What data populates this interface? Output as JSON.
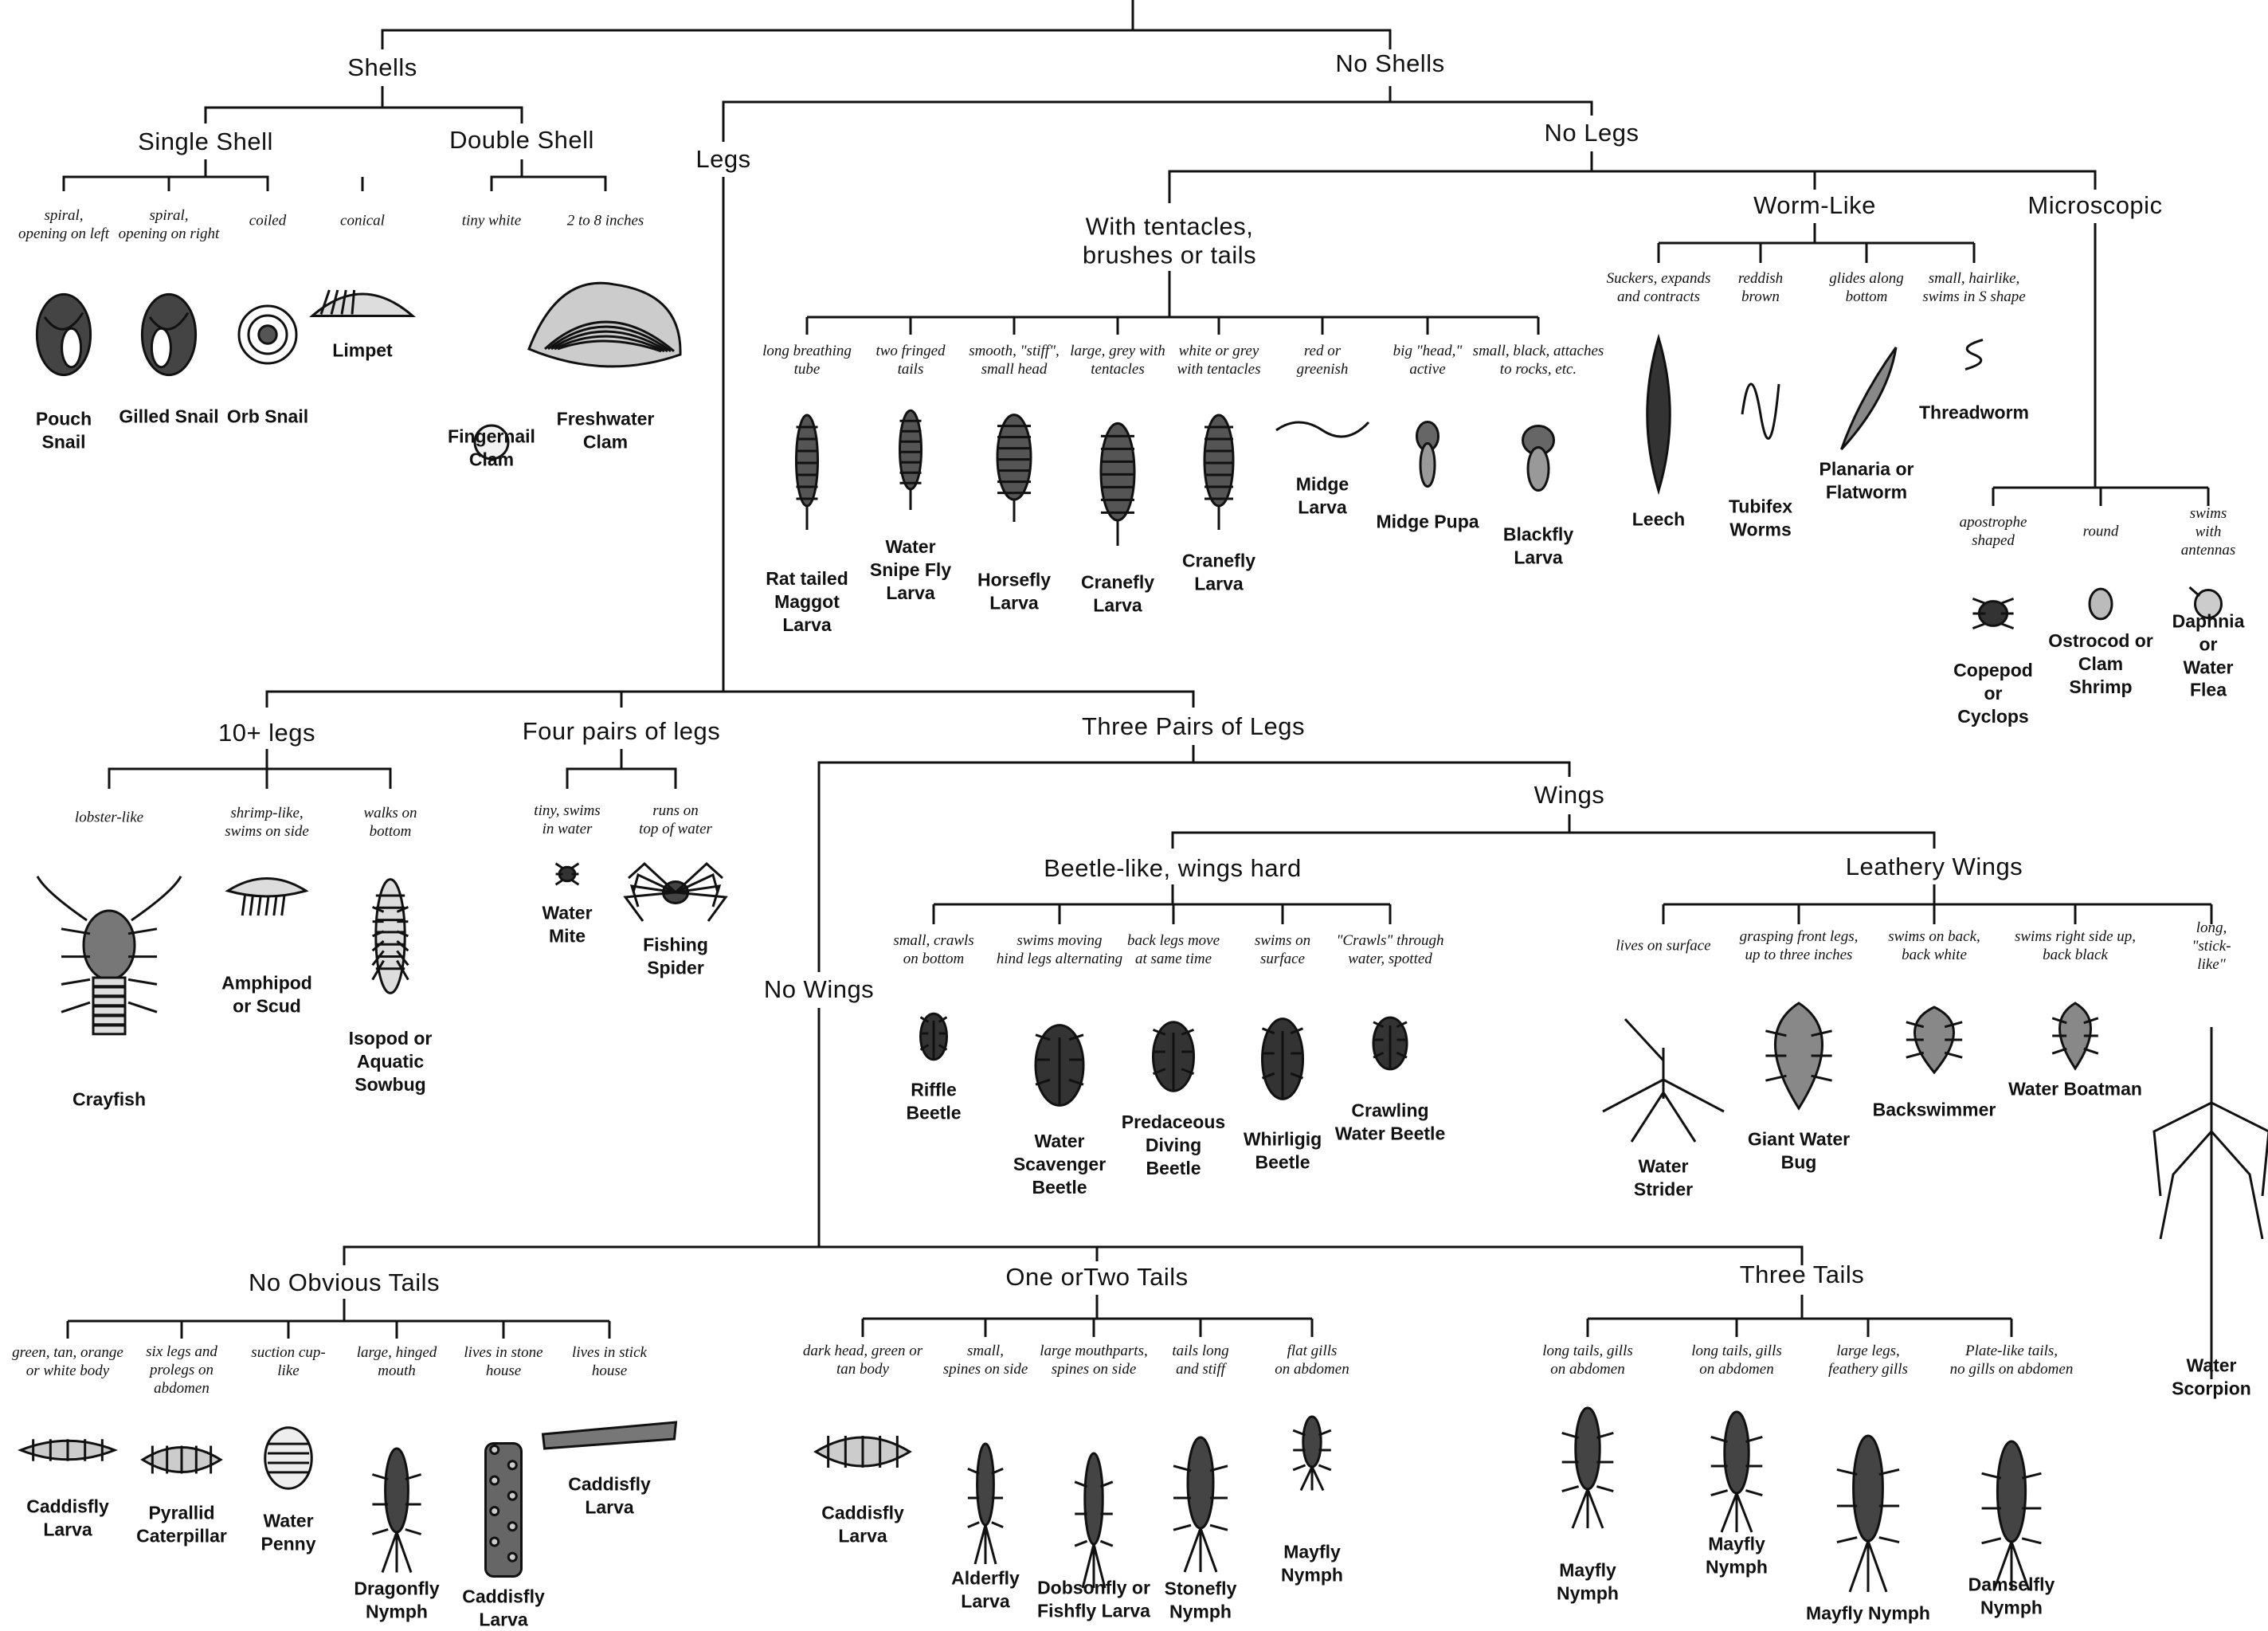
{
  "groups": {
    "shells": "Shells",
    "no_shells": "No Shells",
    "single_shell": "Single Shell",
    "double_shell": "Double Shell",
    "legs": "Legs",
    "no_legs": "No Legs",
    "with_tentacles": "With tentacles,\nbrushes or tails",
    "worm_like": "Worm-Like",
    "microscopic": "Microscopic",
    "ten_plus_legs": "10+ legs",
    "four_pairs": "Four pairs of legs",
    "three_pairs": "Three Pairs of Legs",
    "wings": "Wings",
    "no_wings": "No Wings",
    "beetle_like": "Beetle-like, wings hard",
    "leathery_wings": "Leathery Wings",
    "no_obvious_tails": "No Obvious Tails",
    "one_or_two_tails": "One orTwo Tails",
    "three_tails": "Three Tails"
  },
  "organisms": [
    {
      "desc": "spiral,\nopening on left",
      "name": "Pouch\nSnail",
      "icon": "snail-left-icon"
    },
    {
      "desc": "spiral,\nopening on right",
      "name": "Gilled Snail",
      "icon": "snail-right-icon"
    },
    {
      "desc": "coiled",
      "name": "Orb Snail",
      "icon": "coiled-snail-icon"
    },
    {
      "desc": "conical",
      "name": "Limpet",
      "icon": "limpet-icon"
    },
    {
      "desc": "tiny white",
      "name": "Fingernail\nClam",
      "icon": "small-clam-icon"
    },
    {
      "desc": "2 to 8 inches",
      "name": "Freshwater\nClam",
      "icon": "clam-icon"
    },
    {
      "desc": "long breathing\ntube",
      "name": "Rat tailed\nMaggot\nLarva",
      "icon": "larva-icon"
    },
    {
      "desc": "two fringed\ntails",
      "name": "Water\nSnipe Fly\nLarva",
      "icon": "larva-icon"
    },
    {
      "desc": "smooth, \"stiff\",\nsmall head",
      "name": "Horsefly\nLarva",
      "icon": "larva-icon"
    },
    {
      "desc": "large, grey with\ntentacles",
      "name": "Cranefly\nLarva",
      "icon": "larva-icon"
    },
    {
      "desc": "white or grey\nwith tentacles",
      "name": "Cranefly\nLarva",
      "icon": "larva-icon"
    },
    {
      "desc": "red or\ngreenish",
      "name": "Midge\nLarva",
      "icon": "worm-icon"
    },
    {
      "desc": "big \"head,\"\nactive",
      "name": "Midge Pupa",
      "icon": "pupa-icon"
    },
    {
      "desc": "small, black, attaches\nto rocks, etc.",
      "name": "Blackfly\nLarva",
      "icon": "pupa-icon"
    },
    {
      "desc": "Suckers, expands\nand contracts",
      "name": "Leech",
      "icon": "leech-icon"
    },
    {
      "desc": "reddish\nbrown",
      "name": "Tubifex\nWorms",
      "icon": "worm-icon"
    },
    {
      "desc": "glides along\nbottom",
      "name": "Planaria or\nFlatworm",
      "icon": "flatworm-icon"
    },
    {
      "desc": "small, hairlike,\nswims in S shape",
      "name": "Threadworm",
      "icon": "threadworm-icon"
    },
    {
      "desc": "apostrophe\nshaped",
      "name": "Copepod\nor\nCyclops",
      "icon": "copepod-icon"
    },
    {
      "desc": "round",
      "name": "Ostrocod or\nClam\nShrimp",
      "icon": "ostracod-icon"
    },
    {
      "desc": "swims with\nantennas",
      "name": "Daphnia or\nWater Flea",
      "icon": "daphnia-icon"
    },
    {
      "desc": "lobster-like",
      "name": "Crayfish",
      "icon": "crayfish-icon"
    },
    {
      "desc": "shrimp-like,\nswims on side",
      "name": "Amphipod\nor Scud",
      "icon": "shrimp-icon"
    },
    {
      "desc": "walks on\nbottom",
      "name": "Isopod or\nAquatic\nSowbug",
      "icon": "isopod-icon"
    },
    {
      "desc": "tiny, swims\nin water",
      "name": "Water\nMite",
      "icon": "mite-icon"
    },
    {
      "desc": "runs on\ntop of water",
      "name": "Fishing\nSpider",
      "icon": "spider-icon"
    },
    {
      "desc": "small, crawls\non bottom",
      "name": "Riffle\nBeetle",
      "icon": "beetle-icon"
    },
    {
      "desc": "swims moving\nhind legs alternating",
      "name": "Water\nScavenger\nBeetle",
      "icon": "beetle-icon"
    },
    {
      "desc": "back legs move\nat same time",
      "name": "Predaceous\nDiving\nBeetle",
      "icon": "beetle-icon"
    },
    {
      "desc": "swims on\nsurface",
      "name": "Whirligig\nBeetle",
      "icon": "beetle-icon"
    },
    {
      "desc": "\"Crawls\" through\nwater, spotted",
      "name": "Crawling\nWater Beetle",
      "icon": "beetle-icon"
    },
    {
      "desc": "lives on surface",
      "name": "Water\nStrider",
      "icon": "strider-icon"
    },
    {
      "desc": "grasping front legs,\nup to three inches",
      "name": "Giant Water\nBug",
      "icon": "water-bug-icon"
    },
    {
      "desc": "swims on back,\nback white",
      "name": "Backswimmer",
      "icon": "water-bug-icon"
    },
    {
      "desc": "swims right side up,\nback black",
      "name": "Water Boatman",
      "icon": "water-bug-icon"
    },
    {
      "desc": "long,\n\"stick-like\"",
      "name": "Water\nScorpion",
      "icon": "water-scorpion-icon"
    },
    {
      "desc": "green, tan, orange\nor white body",
      "name": "Caddisfly\nLarva",
      "icon": "caddis-larva-icon"
    },
    {
      "desc": "six legs and\nprolegs on\nabdomen",
      "name": "Pyrallid\nCaterpillar",
      "icon": "caterpillar-icon"
    },
    {
      "desc": "suction cup-\nlike",
      "name": "Water\nPenny",
      "icon": "water-penny-icon"
    },
    {
      "desc": "large, hinged\nmouth",
      "name": "Dragonfly\nNymph",
      "icon": "nymph-icon"
    },
    {
      "desc": "lives in stone\nhouse",
      "name": "Caddisfly\nLarva",
      "icon": "stone-case-icon"
    },
    {
      "desc": "lives in stick\nhouse",
      "name": "Caddisfly\nLarva",
      "icon": "stick-case-icon"
    },
    {
      "desc": "dark head, green or\ntan body",
      "name": "Caddisfly\nLarva",
      "icon": "caddis-larva-icon"
    },
    {
      "desc": "small,\nspines on side",
      "name": "Alderfly\nLarva",
      "icon": "nymph-icon"
    },
    {
      "desc": "large mouthparts,\nspines on side",
      "name": "Dobsonfly or\nFishfly Larva",
      "icon": "nymph-icon"
    },
    {
      "desc": "tails long\nand stiff",
      "name": "Stonefly\nNymph",
      "icon": "nymph-icon"
    },
    {
      "desc": "flat gills\non abdomen",
      "name": "Mayfly\nNymph",
      "icon": "nymph-icon"
    },
    {
      "desc": "long tails, gills\non abdomen",
      "name": "Mayfly\nNymph",
      "icon": "nymph-icon"
    },
    {
      "desc": "long tails, gills\non abdomen",
      "name": "Mayfly\nNymph",
      "icon": "nymph-icon"
    },
    {
      "desc": "large legs,\nfeathery gills",
      "name": "Mayfly Nymph",
      "icon": "nymph-icon"
    },
    {
      "desc": "Plate-like tails,\nno gills on abdomen",
      "name": "Damselfly\nNymph",
      "icon": "nymph-icon"
    }
  ]
}
